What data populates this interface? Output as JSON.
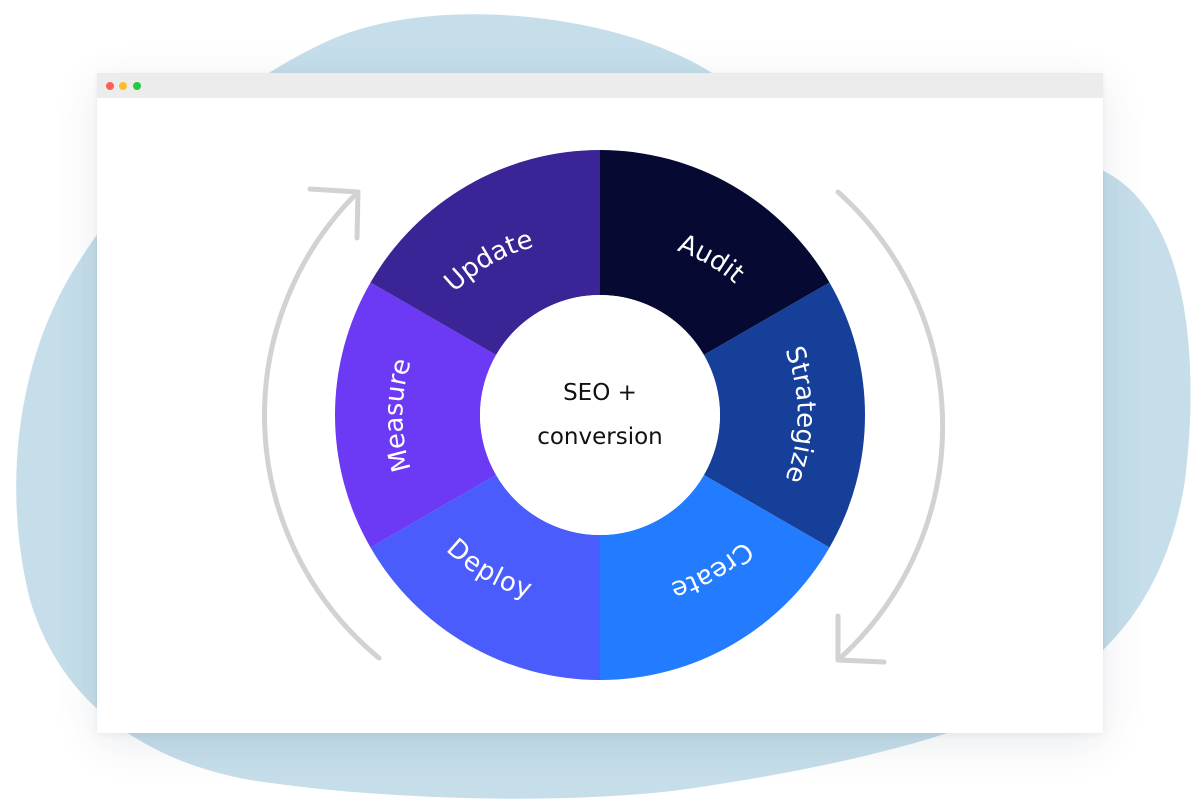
{
  "window": {
    "controls": [
      "close",
      "minimize",
      "maximize"
    ],
    "control_colors": [
      "#fe5f58",
      "#febc2e",
      "#28c840"
    ]
  },
  "cycle": {
    "center": {
      "line1": "SEO +",
      "line2": "conversion"
    },
    "segments": [
      {
        "label": "Audit",
        "color": "#060a33"
      },
      {
        "label": "Strategize",
        "color": "#163f9a"
      },
      {
        "label": "Create",
        "color": "#237bff"
      },
      {
        "label": "Deploy",
        "color": "#4a5cfb"
      },
      {
        "label": "Measure",
        "color": "#6c3af5"
      },
      {
        "label": "Update",
        "color": "#3a2496"
      }
    ],
    "arrow_direction": "clockwise",
    "arrow_icon": "cycle-arrow-icon"
  },
  "colors": {
    "background_blob": "#c5deea",
    "arrow": "#d2d2d2"
  }
}
